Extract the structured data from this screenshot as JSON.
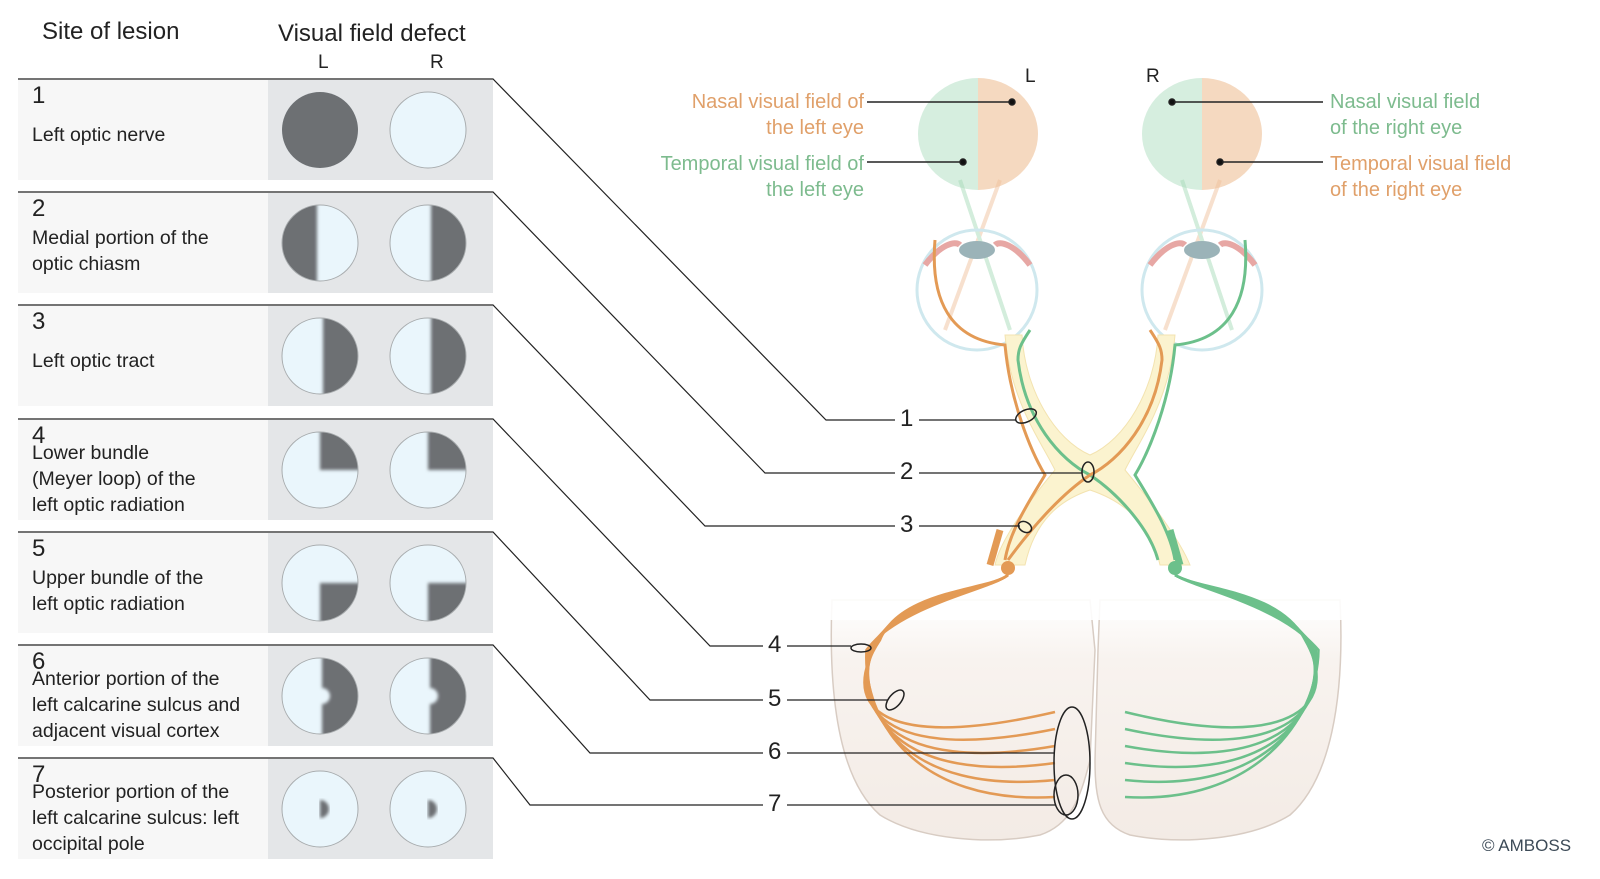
{
  "headers": {
    "site": "Site of lesion",
    "defect": "Visual field defect",
    "eye_left": "L",
    "eye_right": "R"
  },
  "lesions": [
    {
      "num": "1",
      "label_lines": [
        "Left optic nerve"
      ],
      "left_defect": "complete",
      "right_defect": "none"
    },
    {
      "num": "2",
      "label_lines": [
        "Medial portion of the",
        "optic chiasm"
      ],
      "left_defect": "left-hemianopia",
      "right_defect": "right-hemianopia"
    },
    {
      "num": "3",
      "label_lines": [
        "Left optic tract"
      ],
      "left_defect": "right-hemianopia",
      "right_defect": "right-hemianopia"
    },
    {
      "num": "4",
      "label_lines": [
        "Lower bundle",
        "(Meyer loop) of the",
        "left optic radiation"
      ],
      "left_defect": "right-upper-quadrant",
      "right_defect": "right-upper-quadrant"
    },
    {
      "num": "5",
      "label_lines": [
        "Upper bundle of the",
        "left optic radiation"
      ],
      "left_defect": "right-lower-quadrant",
      "right_defect": "right-lower-quadrant"
    },
    {
      "num": "6",
      "label_lines": [
        "Anterior portion of the",
        "left calcarine sulcus and",
        "adjacent visual cortex"
      ],
      "left_defect": "right-hemianopia-macular-sparing",
      "right_defect": "right-hemianopia-macular-sparing"
    },
    {
      "num": "7",
      "label_lines": [
        "Posterior portion of the",
        "left calcarine sulcus: left",
        "occipital pole"
      ],
      "left_defect": "right-central-scotoma",
      "right_defect": "right-central-scotoma"
    }
  ],
  "diagram": {
    "eye_left_label": "L",
    "eye_right_label": "R",
    "nasal_left": [
      "Nasal visual field of",
      "the left eye"
    ],
    "temporal_left": [
      "Temporal visual field of",
      "the left eye"
    ],
    "nasal_right": [
      "Nasal visual field",
      "of the right eye"
    ],
    "temporal_right": [
      "Temporal visual field",
      "of the right eye"
    ],
    "callouts": [
      "1",
      "2",
      "3",
      "4",
      "5",
      "6",
      "7"
    ]
  },
  "colors": {
    "orange": "#e39a55",
    "orange_text": "#e0a06a",
    "green": "#6cc08b",
    "green_text": "#7dbb8e",
    "defect_dark": "#6d7073",
    "field_light": "#eaf6fc",
    "nasal_left_fill": "#f5d9c0",
    "temporal_left_fill": "#d6eedf"
  },
  "copyright": "© AMBOSS"
}
